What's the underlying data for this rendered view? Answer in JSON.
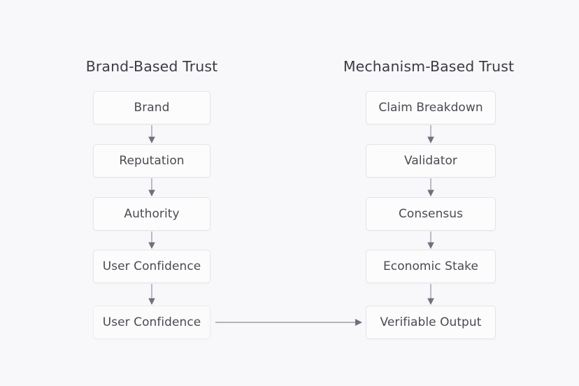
{
  "diagram": {
    "title_left": "Brand-Based Trust",
    "title_right": "Mechanism-Based Trust",
    "background_color": "#f8f8fa",
    "node_fill": "#fcfcfd",
    "node_border": "#e4e4e9",
    "text_color": "#4a4a52",
    "title_color": "#3b3b44",
    "arrow_color": "#9a9aa6",
    "left_column": {
      "heading": "Brand-Based Trust",
      "nodes": [
        {
          "label": "Brand"
        },
        {
          "label": "Reputation"
        },
        {
          "label": "Authority"
        },
        {
          "label": "User Confidence"
        },
        {
          "label": "User Confidence"
        }
      ]
    },
    "right_column": {
      "heading": "Mechanism-Based Trust",
      "nodes": [
        {
          "label": "Claim Breakdown"
        },
        {
          "label": "Validator"
        },
        {
          "label": "Consensus"
        },
        {
          "label": "Economic Stake"
        },
        {
          "label": "Verifiable Output"
        }
      ]
    },
    "cross_link": {
      "from": "User Confidence",
      "to": "Verifiable Output",
      "direction": "right"
    }
  }
}
